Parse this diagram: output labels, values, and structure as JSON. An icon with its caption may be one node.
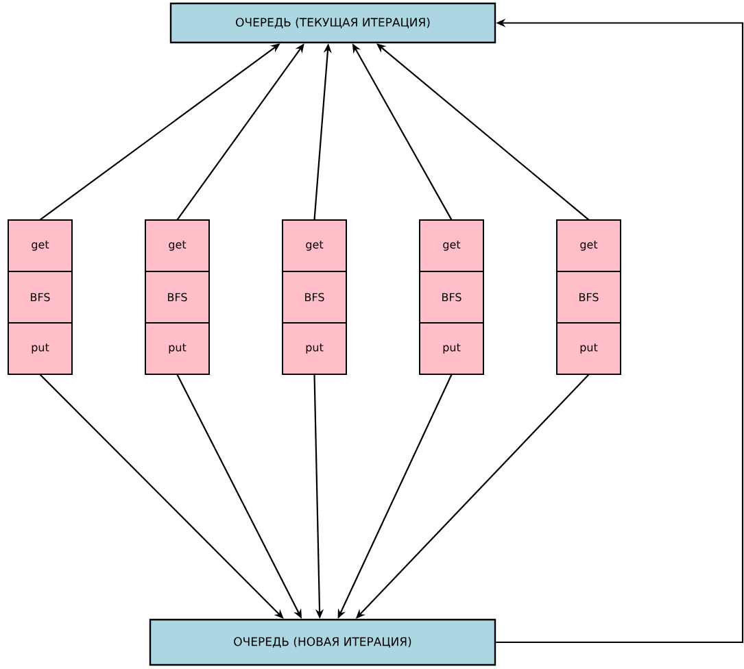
{
  "diagram": {
    "nodes": [
      {
        "text": [
          "ОЧЕРЕДЬ (ТЕКУЩАЯ ИТЕРАЦИЯ)"
        ]
      },
      {
        "text": [
          "get",
          "BFS",
          "put"
        ]
      },
      {
        "text": [
          "get",
          "BFS",
          "put"
        ]
      },
      {
        "text": [
          "get",
          "BFS",
          "put"
        ]
      },
      {
        "text": [
          "get",
          "BFS",
          "put"
        ]
      },
      {
        "text": [
          "get",
          "BFS",
          "put"
        ]
      },
      {
        "text": [
          "ОЧЕРЕДЬ (НОВАЯ ИТЕРАЦИЯ)"
        ]
      }
    ],
    "edges": [
      {
        "from": 1,
        "to": 0,
        "arrow": "to"
      },
      {
        "from": 2,
        "to": 0,
        "arrow": "to"
      },
      {
        "from": 3,
        "to": 0,
        "arrow": "to"
      },
      {
        "from": 4,
        "to": 0,
        "arrow": "to"
      },
      {
        "from": 5,
        "to": 0,
        "arrow": "to"
      },
      {
        "from": 1,
        "to": 6,
        "arrow": "to"
      },
      {
        "from": 2,
        "to": 6,
        "arrow": "to"
      },
      {
        "from": 3,
        "to": 6,
        "arrow": "to"
      },
      {
        "from": 4,
        "to": 6,
        "arrow": "to"
      },
      {
        "from": 5,
        "to": 6,
        "arrow": "to"
      },
      {
        "from": 6,
        "to": 0,
        "arrow": "to"
      }
    ]
  }
}
